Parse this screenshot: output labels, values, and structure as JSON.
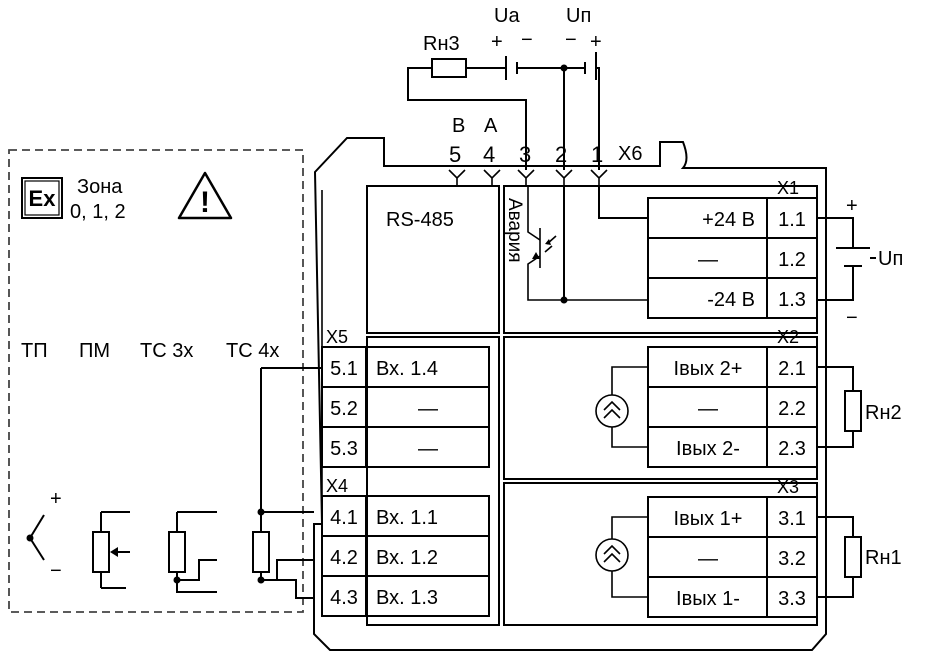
{
  "top_labels": {
    "rn3": "Rн3",
    "ua": "Ua",
    "ua_plus": "+",
    "ua_minus": "−",
    "up_top": "Uп",
    "up_top_minus": "−",
    "up_top_plus": "+"
  },
  "x6": {
    "label": "X6",
    "pins": [
      "5",
      "4",
      "3",
      "2",
      "1"
    ],
    "pin_b": "B",
    "pin_a": "A"
  },
  "left_panel": {
    "ex_mark": "Ex",
    "zone_line1": "Зона",
    "zone_line2": "0, 1, 2",
    "warning_glyph": "!",
    "sensor_types": [
      "ТП",
      "ПМ",
      "ТС 3х",
      "ТС 4х"
    ],
    "tp_plus": "+",
    "tp_minus": "−"
  },
  "rs485": {
    "label": "RS-485"
  },
  "alarm": {
    "label": "Авария"
  },
  "x1": {
    "label": "X1",
    "rows": [
      {
        "pin": "1.1",
        "func": "+24 В"
      },
      {
        "pin": "1.2",
        "func": "—"
      },
      {
        "pin": "1.3",
        "func": "-24 В"
      }
    ],
    "supply_label": "Uп",
    "supply_plus": "+",
    "supply_minus": "−"
  },
  "x2": {
    "label": "X2",
    "rows": [
      {
        "pin": "2.1",
        "func": "Iвых 2+"
      },
      {
        "pin": "2.2",
        "func": "—"
      },
      {
        "pin": "2.3",
        "func": "Iвых 2-"
      }
    ],
    "load": "Rн2"
  },
  "x3": {
    "label": "X3",
    "rows": [
      {
        "pin": "3.1",
        "func": "Iвых 1+"
      },
      {
        "pin": "3.2",
        "func": "—"
      },
      {
        "pin": "3.3",
        "func": "Iвых 1-"
      }
    ],
    "load": "Rн1"
  },
  "x5": {
    "label": "X5",
    "rows": [
      {
        "pin": "5.1",
        "func": "Вх. 1.4"
      },
      {
        "pin": "5.2",
        "func": "—"
      },
      {
        "pin": "5.3",
        "func": "—"
      }
    ]
  },
  "x4": {
    "label": "X4",
    "rows": [
      {
        "pin": "4.1",
        "func": "Вх. 1.1"
      },
      {
        "pin": "4.2",
        "func": "Вх. 1.2"
      },
      {
        "pin": "4.3",
        "func": "Вх. 1.3"
      }
    ]
  }
}
